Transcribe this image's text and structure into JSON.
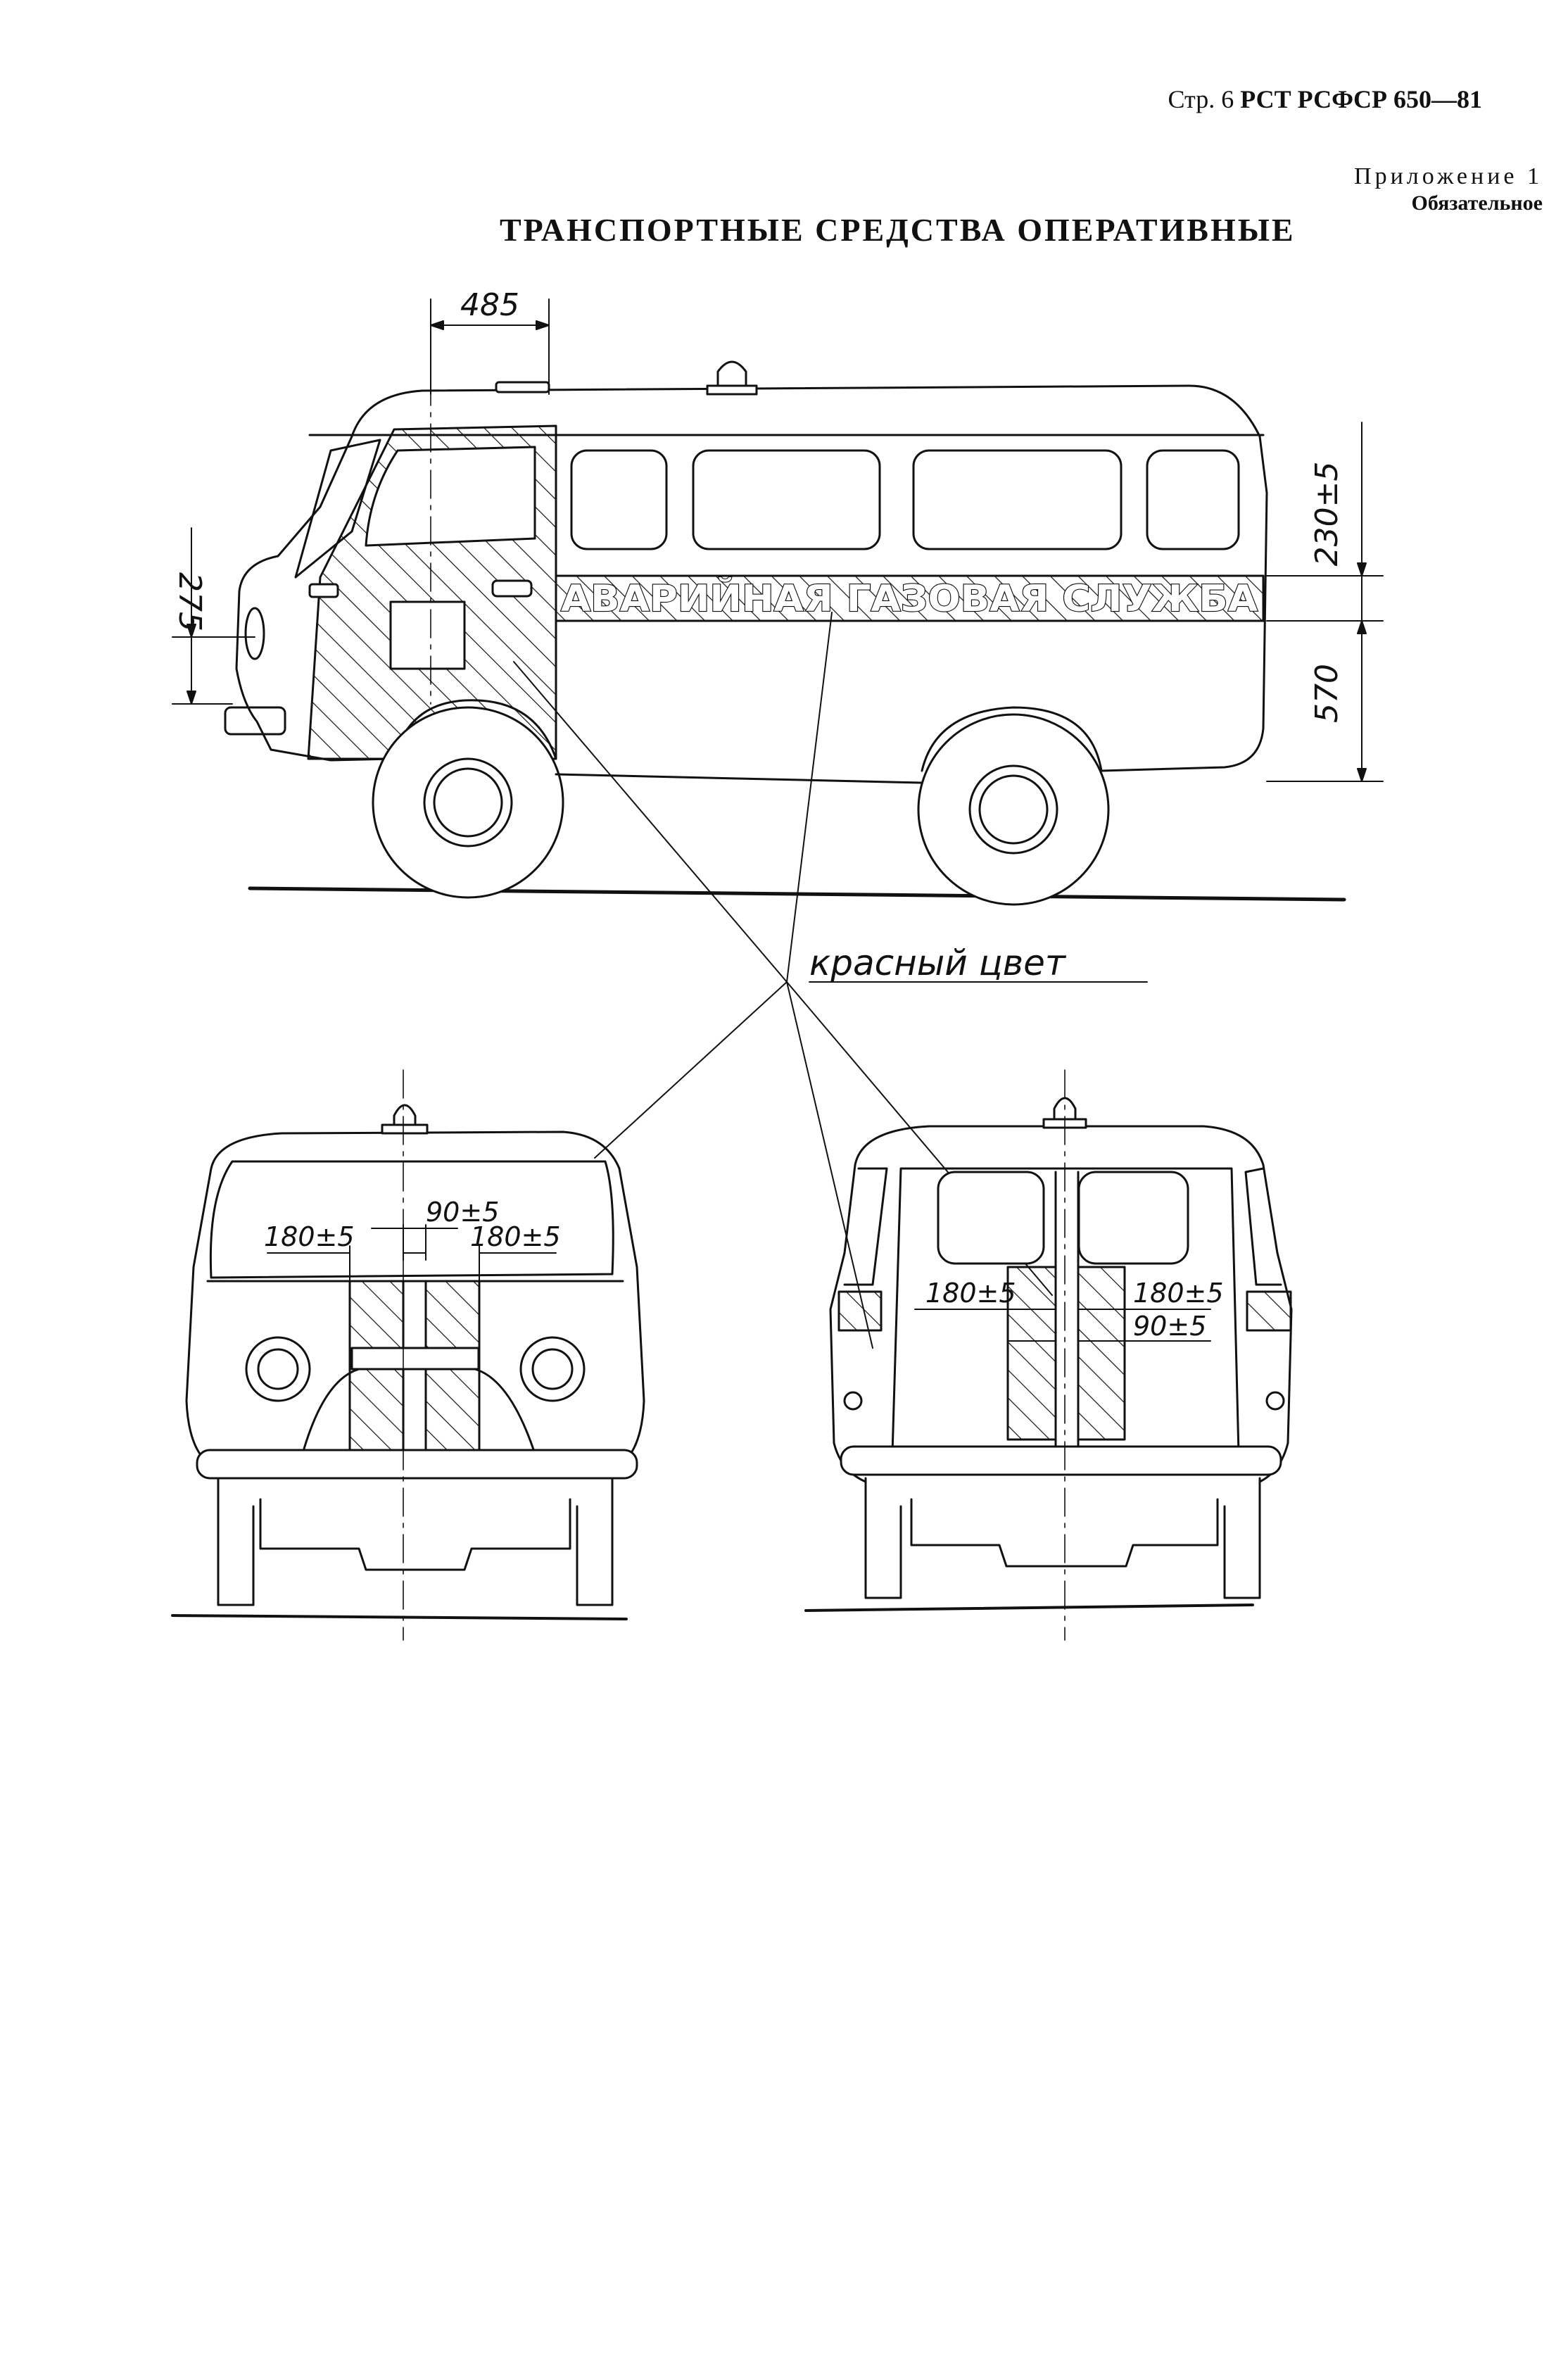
{
  "header": {
    "page_prefix": "Стр. 6",
    "standard": "РСТ РСФСР 650—81",
    "appendix": "Приложение 1",
    "appendix_note": "Обязательное",
    "title": "ТРАНСПОРТНЫЕ СРЕДСТВА ОПЕРАТИВНЫЕ"
  },
  "side_view": {
    "band_text": "АВАРИЙНАЯ ГАЗОВАЯ СЛУЖБА",
    "dim_top": "485",
    "dim_left": "275",
    "dim_right_upper": "230±5",
    "dim_right_lower": "570"
  },
  "callout": {
    "label": "красный цвет"
  },
  "front_view": {
    "dim_center": "90±5",
    "dim_left": "180±5",
    "dim_right": "180±5"
  },
  "rear_view": {
    "dim_left": "180±5",
    "dim_right": "180±5",
    "dim_center": "90±5"
  },
  "colors": {
    "line": "#111111",
    "paper": "#ffffff"
  }
}
